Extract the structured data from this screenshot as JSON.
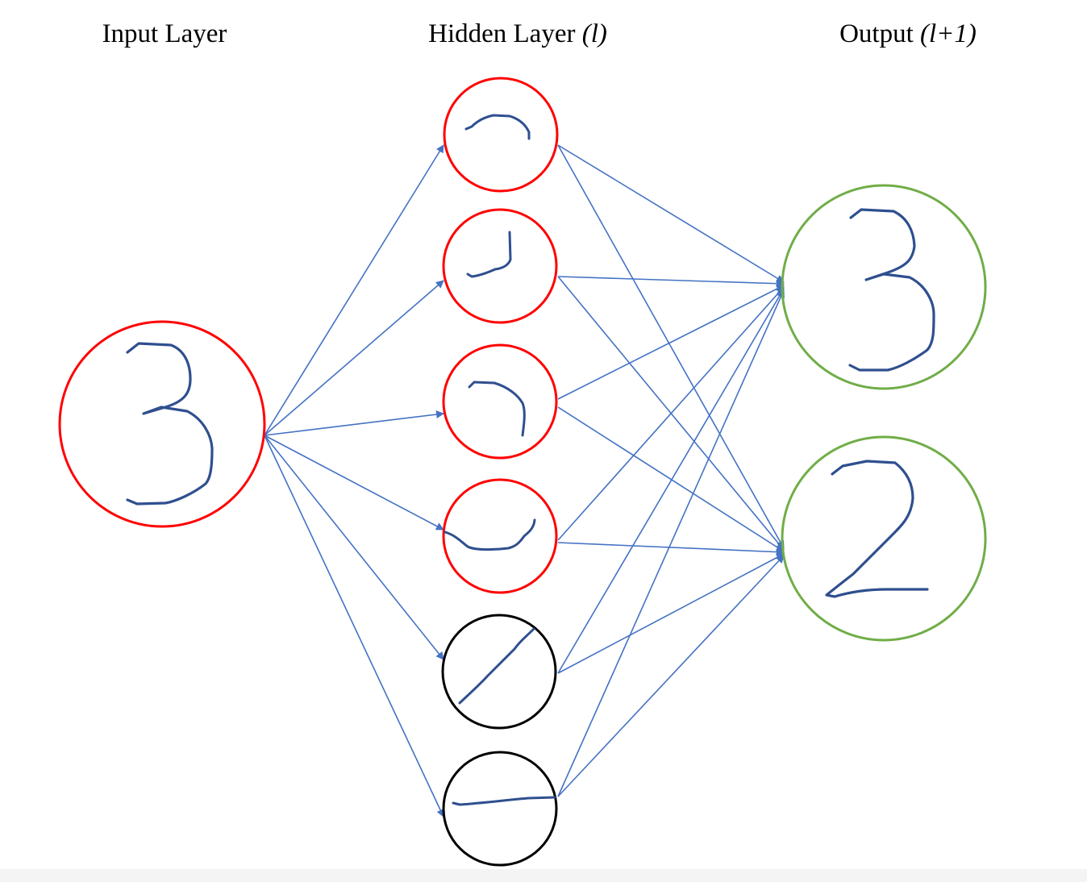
{
  "headers": {
    "input": "Input Layer",
    "hidden": "Hidden Layer",
    "hidden_suffix": "(l)",
    "output": "Output",
    "output_suffix": "(l+1)"
  },
  "colors": {
    "arrow": "#4472C4",
    "stroke": "#2F4F8F",
    "active": "#FF0000",
    "inactive": "#000000",
    "output": "#70AD47"
  },
  "layers": {
    "input": [
      {
        "id": "input-3",
        "content": "digit-3",
        "state": "active"
      }
    ],
    "hidden": [
      {
        "id": "hidden-1",
        "content": "top-arc-stroke",
        "state": "active"
      },
      {
        "id": "hidden-2",
        "content": "bottom-hook-stroke",
        "state": "active"
      },
      {
        "id": "hidden-3",
        "content": "top-right-corner-stroke",
        "state": "active"
      },
      {
        "id": "hidden-4",
        "content": "bottom-curve-stroke",
        "state": "active"
      },
      {
        "id": "hidden-5",
        "content": "diagonal-stroke",
        "state": "inactive"
      },
      {
        "id": "hidden-6",
        "content": "horizontal-stroke",
        "state": "inactive"
      }
    ],
    "output": [
      {
        "id": "output-3",
        "content": "digit-3"
      },
      {
        "id": "output-2",
        "content": "digit-2"
      }
    ]
  },
  "connections": {
    "input_to_hidden": "all",
    "hidden_to_output": "all"
  }
}
